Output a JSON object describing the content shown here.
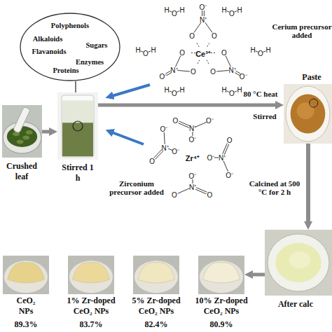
{
  "diagram": {
    "nodes": [
      {
        "text": [
          "Polyphenols",
          "Alkaloids",
          "Sugars",
          "Flavanoids",
          "Enzymes",
          "Proteins"
        ]
      },
      {
        "text": [
          "Crushed leaf"
        ]
      },
      {
        "text": [
          "Stirred 1 h"
        ]
      },
      {
        "text": [
          "Paste"
        ]
      },
      {
        "text": [
          "After calc"
        ]
      },
      {
        "text": [
          "CeO₂ NPs",
          "89.3%"
        ]
      },
      {
        "text": [
          "1% Zr-doped CeO₂ NPs",
          "83.7%"
        ]
      },
      {
        "text": [
          "5% Zr-doped CeO₂ NPs",
          "82.4%"
        ]
      },
      {
        "text": [
          "10% Zr-doped CeO₂ NPs",
          "80.9%"
        ]
      }
    ],
    "edges": [
      {
        "from": 1,
        "to": 2,
        "arrow": "to"
      },
      {
        "from": 2,
        "to": 0,
        "arrow": "none"
      },
      {
        "from": 2,
        "to": 3,
        "label": "80 °C heat",
        "arrow": "to"
      },
      {
        "from": 3,
        "to": 4,
        "label": "Calcined at 500 °C for 2 h",
        "arrow": "to"
      },
      {
        "from": 4,
        "to": 8,
        "arrow": "to"
      }
    ],
    "labels": [
      "Cerium precursor added",
      "Ce³⁺",
      "N⁺",
      "O",
      "O",
      "O⁻",
      "N⁺",
      "O",
      "O",
      "O⁻",
      "N⁺",
      "O",
      "O",
      "O⁻",
      "H",
      "O",
      "H",
      "H",
      "O",
      "H",
      "H",
      "O",
      "H",
      "H",
      "O",
      "H",
      "H",
      "O",
      "H",
      "H",
      "O",
      "H",
      "Zirconium precursor added",
      "Zr⁴⁺",
      "O⁻",
      "N⁺",
      "O",
      "O⁻",
      "O⁻",
      "N⁺",
      "O",
      "O⁻",
      "O⁻",
      "N⁺",
      "O",
      "O⁻",
      "O⁻",
      "N⁺",
      "O",
      "O⁻",
      "Stirred"
    ]
  }
}
